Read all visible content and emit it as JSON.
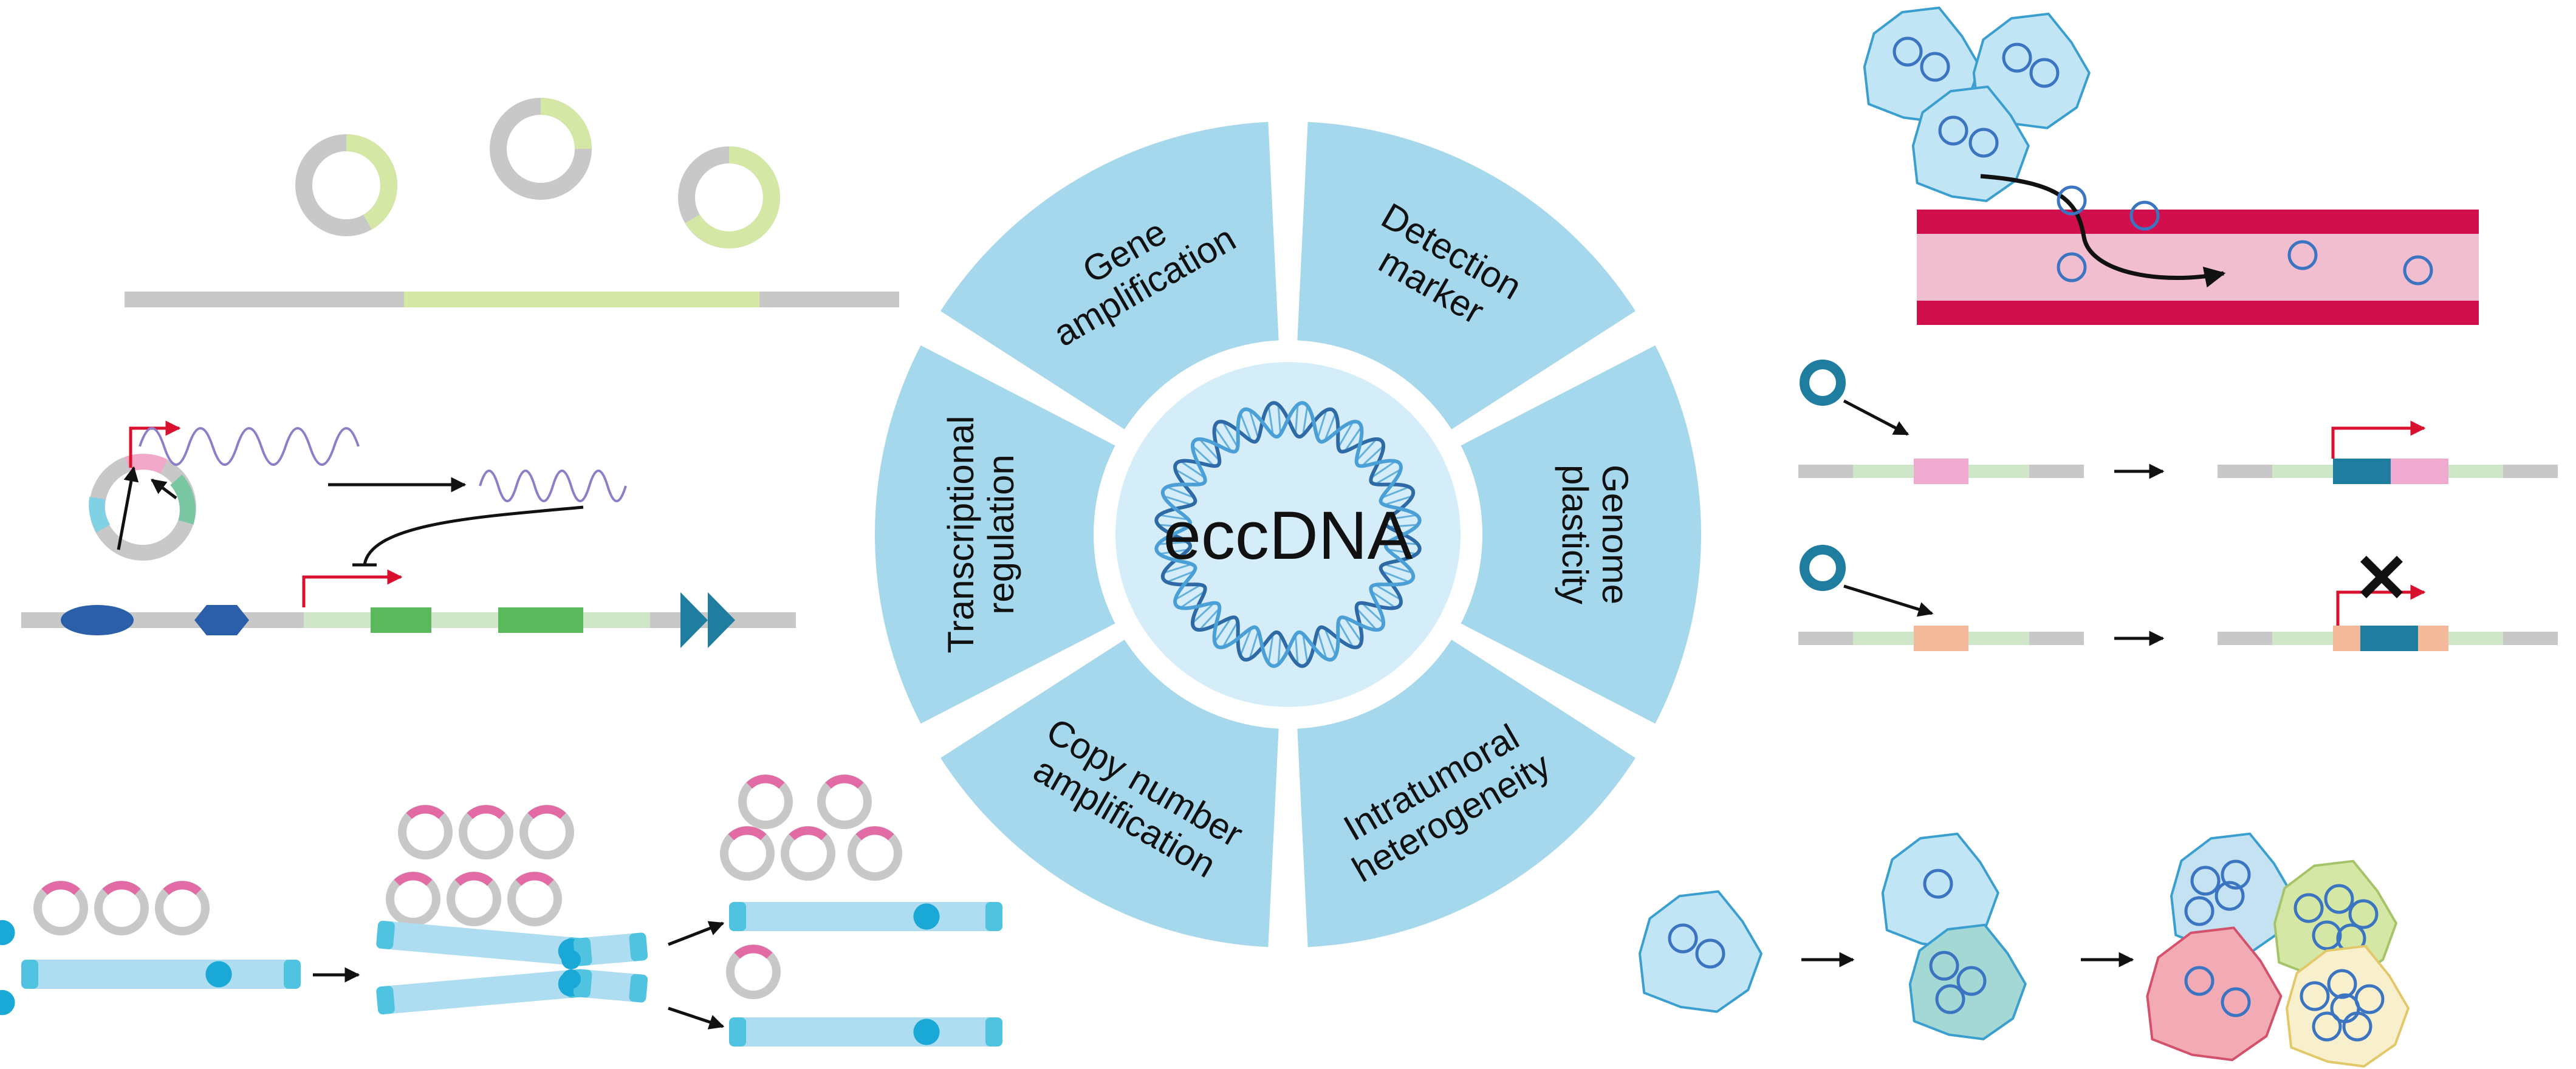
{
  "center": {
    "label": "eccDNA"
  },
  "segments": [
    {
      "id": "gene-amplification",
      "lines": [
        "Gene",
        "amplification"
      ]
    },
    {
      "id": "detection-marker",
      "lines": [
        "Detection",
        "marker"
      ]
    },
    {
      "id": "genome-plasticity",
      "lines": [
        "Genome",
        "plasticity"
      ]
    },
    {
      "id": "intratumoral-heterogeneity",
      "lines": [
        "Intratumoral",
        "heterogeneity"
      ]
    },
    {
      "id": "copy-number-amplification",
      "lines": [
        "Copy number",
        "amplification"
      ]
    },
    {
      "id": "transcriptional-regulation",
      "lines": [
        "Transcriptional",
        "regulation"
      ]
    }
  ],
  "colors": {
    "segment": "#a5d8ec",
    "center_disc": "#d4edf8",
    "dna_dark": "#2e6aa6",
    "dna_light": "#4aa0d6",
    "gray": "#c8c8c8",
    "green_light": "#d4e7a4",
    "pink": "#e26ba6",
    "red": "#d9112f",
    "vessel": "#d10f4c",
    "vessel_inner": "#f1bed0",
    "cell": "#c1e5f4",
    "cell_border": "#3a9fcf",
    "ecc_blue": "#3b74c0",
    "teal_dark": "#1f7da0",
    "chromosome": "#aedcf0",
    "chromosome_end": "#4fc3e0"
  },
  "icons": [
    "dna-helix-icon",
    "eccdna-ring-icon",
    "arrow-icon",
    "cell-icon",
    "blood-vessel-icon",
    "chromosome-icon",
    "cross-icon"
  ]
}
